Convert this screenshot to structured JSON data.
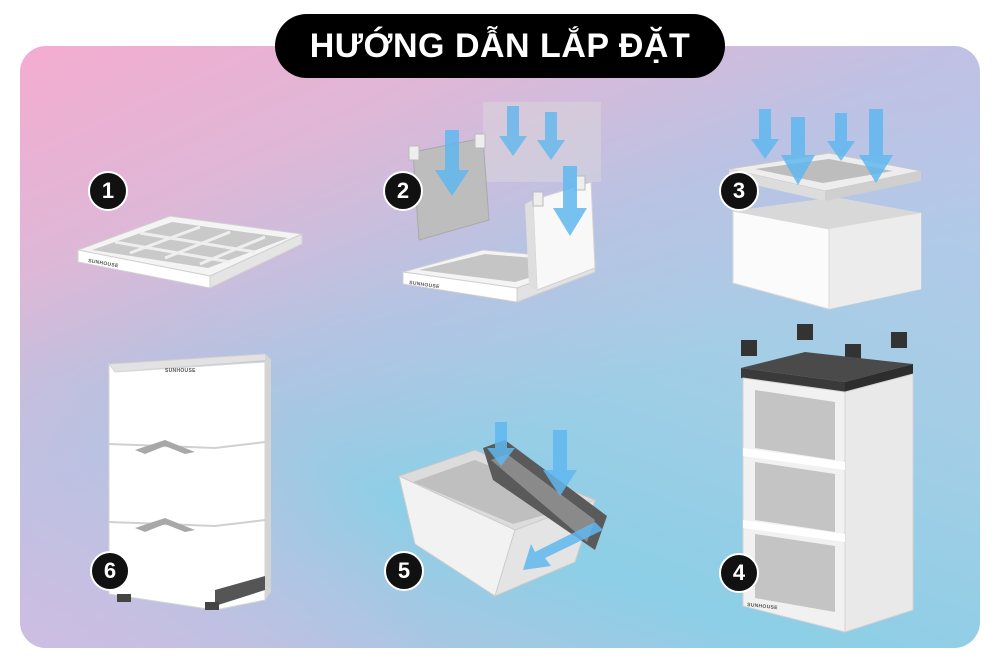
{
  "title": "HƯỚNG DẪN LẮP ĐẶT",
  "brand": "SUNHOUSE",
  "steps": [
    {
      "number": "1"
    },
    {
      "number": "2"
    },
    {
      "number": "3"
    },
    {
      "number": "4"
    },
    {
      "number": "5"
    },
    {
      "number": "6"
    }
  ],
  "colors": {
    "title_bg": "#000000",
    "badge_bg": "#111111",
    "arrow": "#5fb7ee",
    "drawer_white": "#f3f3f3",
    "drawer_gray": "#b7b7b7"
  },
  "icons": [
    "down-arrow-icon",
    "insert-arrow-icon"
  ]
}
